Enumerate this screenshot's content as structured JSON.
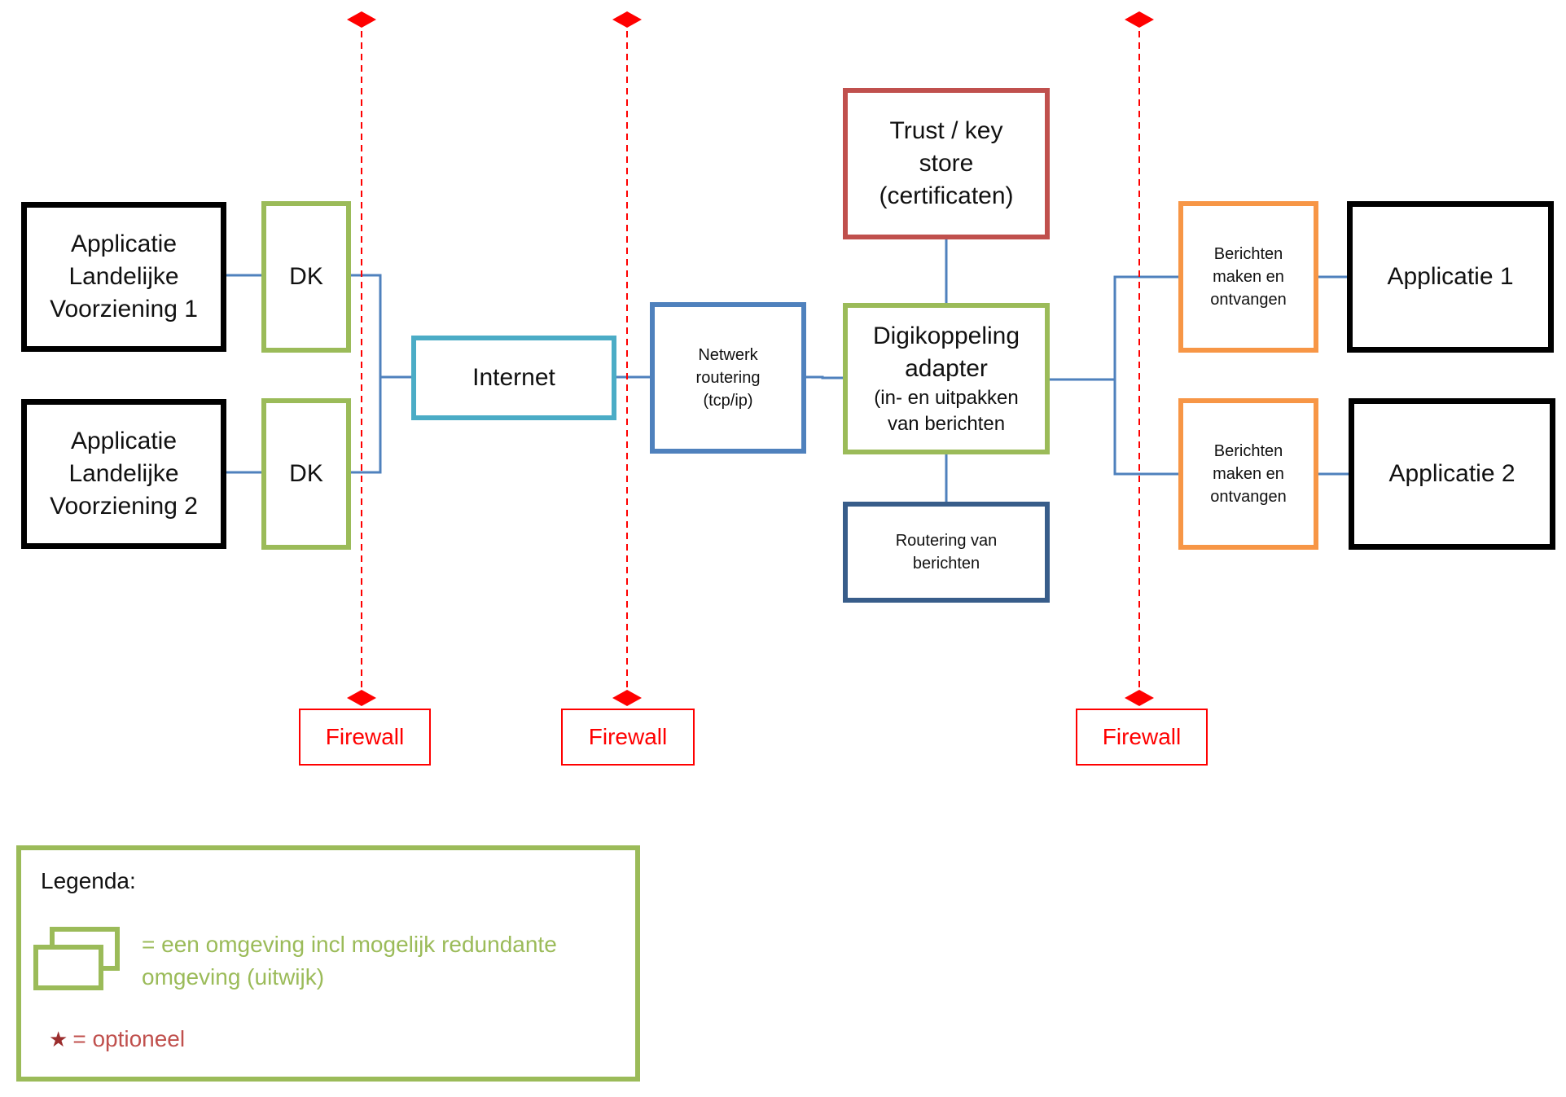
{
  "nodes": {
    "app_lv1": {
      "lines": [
        "Applicatie",
        "Landelijke",
        "Voorziening 1"
      ]
    },
    "app_lv2": {
      "lines": [
        "Applicatie",
        "Landelijke",
        "Voorziening 2"
      ]
    },
    "dk1": {
      "label": "DK"
    },
    "dk2": {
      "label": "DK"
    },
    "internet": {
      "label": "Internet"
    },
    "netwerk": {
      "lines": [
        "Netwerk",
        "routering",
        "(tcp/ip)"
      ]
    },
    "trust": {
      "lines": [
        "Trust / key",
        "store",
        "(certificaten)"
      ]
    },
    "adapter": {
      "lines": [
        "Digikoppeling",
        "adapter",
        "(in- en uitpakken",
        "van berichten"
      ]
    },
    "routering": {
      "lines": [
        "Routering van",
        "berichten"
      ]
    },
    "berichten1": {
      "lines": [
        "Berichten",
        "maken en",
        "ontvangen"
      ]
    },
    "berichten2": {
      "lines": [
        "Berichten",
        "maken en",
        "ontvangen"
      ]
    },
    "app1": {
      "label": "Applicatie 1"
    },
    "app2": {
      "label": "Applicatie 2"
    }
  },
  "firewalls": [
    {
      "label": "Firewall"
    },
    {
      "label": "Firewall"
    },
    {
      "label": "Firewall"
    }
  ],
  "legend": {
    "title": "Legenda:",
    "environment_lines": [
      "= een omgeving incl mogelijk redundante",
      "omgeving (uitwijk)"
    ],
    "optional": "= optioneel"
  },
  "colors": {
    "connector": "#4f81bd",
    "firewall": "#ff0000",
    "application": "#000000",
    "dk": "#9bbb59",
    "internet": "#4bacc6",
    "netwerk": "#4f81bd",
    "trust": "#c0504d",
    "adapter": "#9bbb59",
    "routering": "#385d8a",
    "berichten": "#f79646",
    "legend_border": "#9bbb59",
    "legend_environment_text": "#9bbb59",
    "legend_optional_text": "#c0504d"
  }
}
